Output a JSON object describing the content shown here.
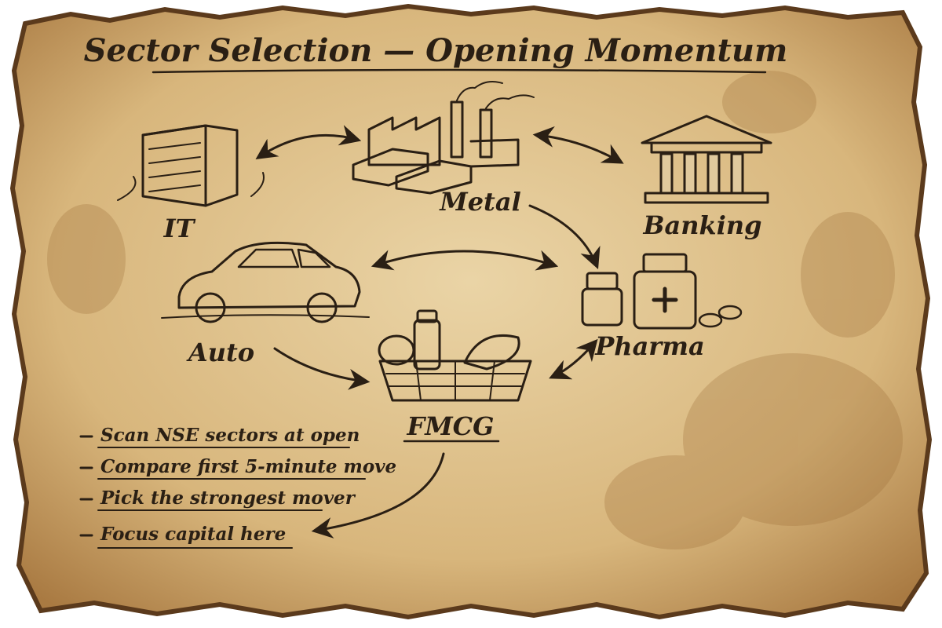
{
  "diagram": {
    "title": "Sector Selection — Opening Momentum",
    "sectors": {
      "it": "IT",
      "metal": "Metal",
      "banking": "Banking",
      "auto": "Auto",
      "pharma": "Pharma",
      "fmcg": "FMCG"
    },
    "steps": [
      "Scan NSE sectors at open",
      "Compare first 5-minute move",
      "Pick the strongest mover",
      "Focus capital here"
    ]
  },
  "colors": {
    "paper_light": "#e6cf9f",
    "paper_dark": "#b48a52",
    "ink": "#2a1f14",
    "burn": "#5b3a1c"
  }
}
